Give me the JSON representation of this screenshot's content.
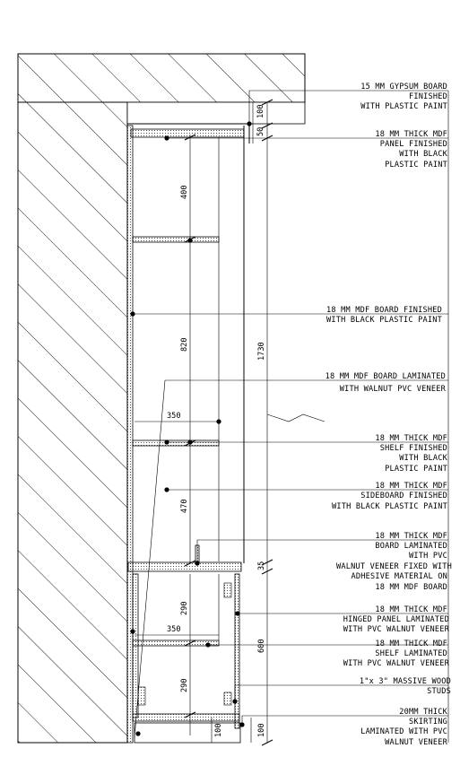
{
  "dimensions": {
    "top_100": "100",
    "top_50": "50",
    "shelf_400": "400",
    "shelf_820": "820",
    "total_1730": "1730",
    "depth_350_upper": "350",
    "shelf_470": "470",
    "gap_35": "35",
    "cab_290_upper": "290",
    "depth_350_lower": "350",
    "cab_600": "600",
    "cab_290_lower": "290",
    "bottom_100_left": "100",
    "bottom_100_right": "100"
  },
  "labels": [
    {
      "lines": [
        "15 MM GYPSUM BOARD",
        "FINISHED",
        "WITH PLASTIC PAINT"
      ]
    },
    {
      "lines": [
        "18 MM THICK MDF",
        "PANEL FINISHED",
        "WITH BLACK",
        "PLASTIC PAINT"
      ]
    },
    {
      "lines": [
        "18 MM MDF BOARD FINISHED",
        "WITH BLACK PLASTIC PAINT"
      ]
    },
    {
      "lines": [
        "18 MM MDF BOARD LAMINATED",
        "WITH WALNUT PVC VENEER"
      ]
    },
    {
      "lines": [
        "18 MM THICK MDF",
        "SHELF FINISHED",
        "WITH BLACK",
        "PLASTIC PAINT"
      ]
    },
    {
      "lines": [
        "18 MM THICK MDF",
        "SIDEBOARD FINISHED",
        "WITH BLACK PLASTIC PAINT"
      ]
    },
    {
      "lines": [
        "18 MM THICK MDF",
        "BOARD LAMINATED",
        "WITH PVC",
        "WALNUT VENEER FIXED WITH",
        "ADHESIVE MATERIAL ON",
        "18 MM MDF BOARD"
      ]
    },
    {
      "lines": [
        "18 MM THICK MDF",
        "HINGED PANEL LAMINATED",
        "WITH PVC WALNUT VENEER"
      ]
    },
    {
      "lines": [
        "18 MM THICK MDF",
        "SHELF LAMINATED",
        "WITH PVC WALNUT VENEER"
      ]
    },
    {
      "lines": [
        "1\"x 3\" MASSIVE WOOD",
        "STUDS"
      ]
    },
    {
      "lines": [
        "20MM THICK",
        "SKIRTING",
        "LAMINATED WITH PVC",
        "WALNUT VENEER"
      ]
    }
  ]
}
